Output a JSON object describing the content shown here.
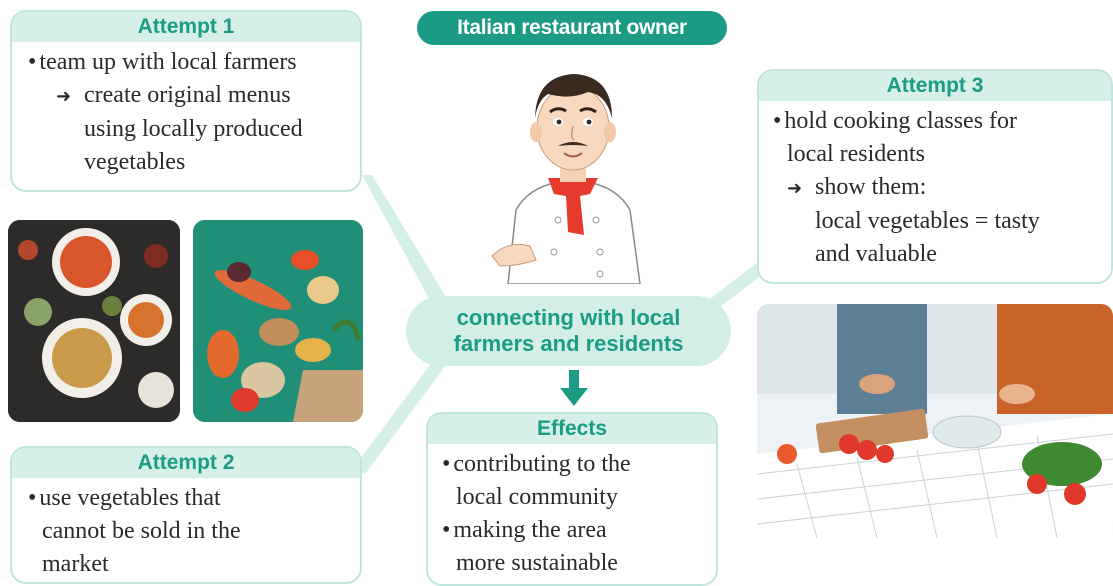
{
  "header": {
    "owner_label": "Italian restaurant owner"
  },
  "center": {
    "line1": "connecting with local",
    "line2": "farmers and residents"
  },
  "attempt1": {
    "title": "Attempt 1",
    "lines": [
      "team up with local farmers",
      "create original menus",
      "using locally produced",
      "vegetables"
    ]
  },
  "attempt2": {
    "title": "Attempt 2",
    "lines": [
      "use vegetables that",
      "cannot be sold in the",
      "market"
    ]
  },
  "attempt3": {
    "title": "Attempt 3",
    "lines": [
      "hold cooking classes for",
      "local residents",
      "show them:",
      "local vegetables =  tasty",
      "and valuable"
    ]
  },
  "effects": {
    "title": "Effects",
    "lines": [
      "contributing to the",
      "local community",
      "making the area",
      "more sustainable"
    ]
  },
  "colors": {
    "accent": "#1c9b84",
    "light_accent": "#d3eee7",
    "border": "#bfe6de"
  },
  "icons": {
    "arrow": "right-arrow-icon",
    "down_arrow": "down-arrow-icon"
  }
}
